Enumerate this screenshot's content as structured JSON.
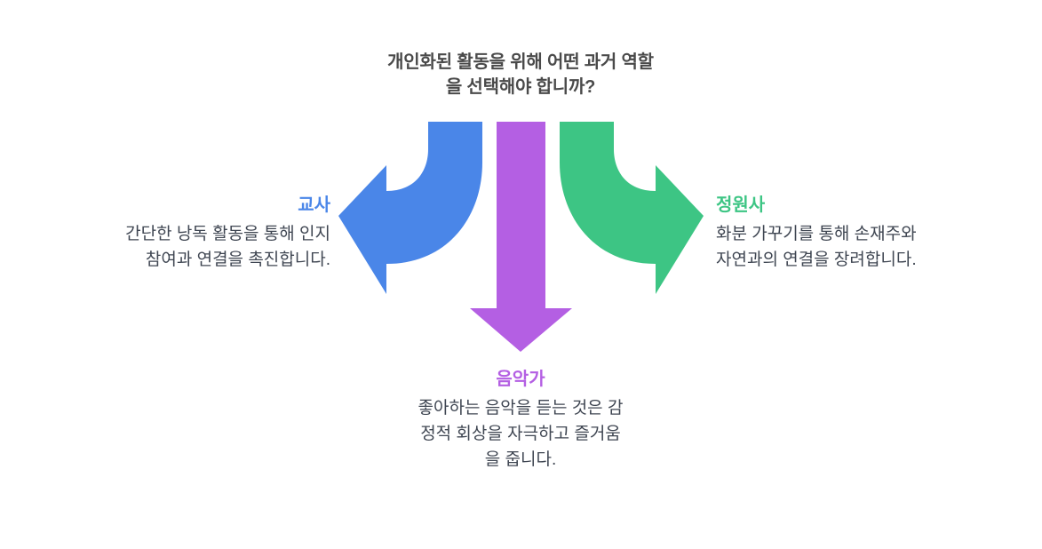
{
  "diagram": {
    "title": "개인화된 활동을 위해 어떤 과거 역할\n을 선택해야 합니까?",
    "background_color": "#ffffff",
    "title_color": "#4a4a4a",
    "description_color": "#3f4652",
    "branches": [
      {
        "id": "teacher",
        "label": "교사",
        "description": "간단한 낭독 활동을 통해 인지\n참여과 연결을 촉진합니다.",
        "color": "#4a86e8",
        "arrow": "curved-arrow-left",
        "direction": "left"
      },
      {
        "id": "musician",
        "label": "음악가",
        "description": "좋아하는 음악을 듣는 것은 감\n정적 회상을 자극하고 즐거움\n을 줍니다.",
        "color": "#b45fe3",
        "arrow": "straight-arrow-down",
        "direction": "down"
      },
      {
        "id": "gardener",
        "label": "정원사",
        "description": "화분 가꾸기를 통해 손재주와\n자연과의 연결을 장려합니다.",
        "color": "#3dc584",
        "arrow": "curved-arrow-right",
        "direction": "right"
      }
    ]
  }
}
